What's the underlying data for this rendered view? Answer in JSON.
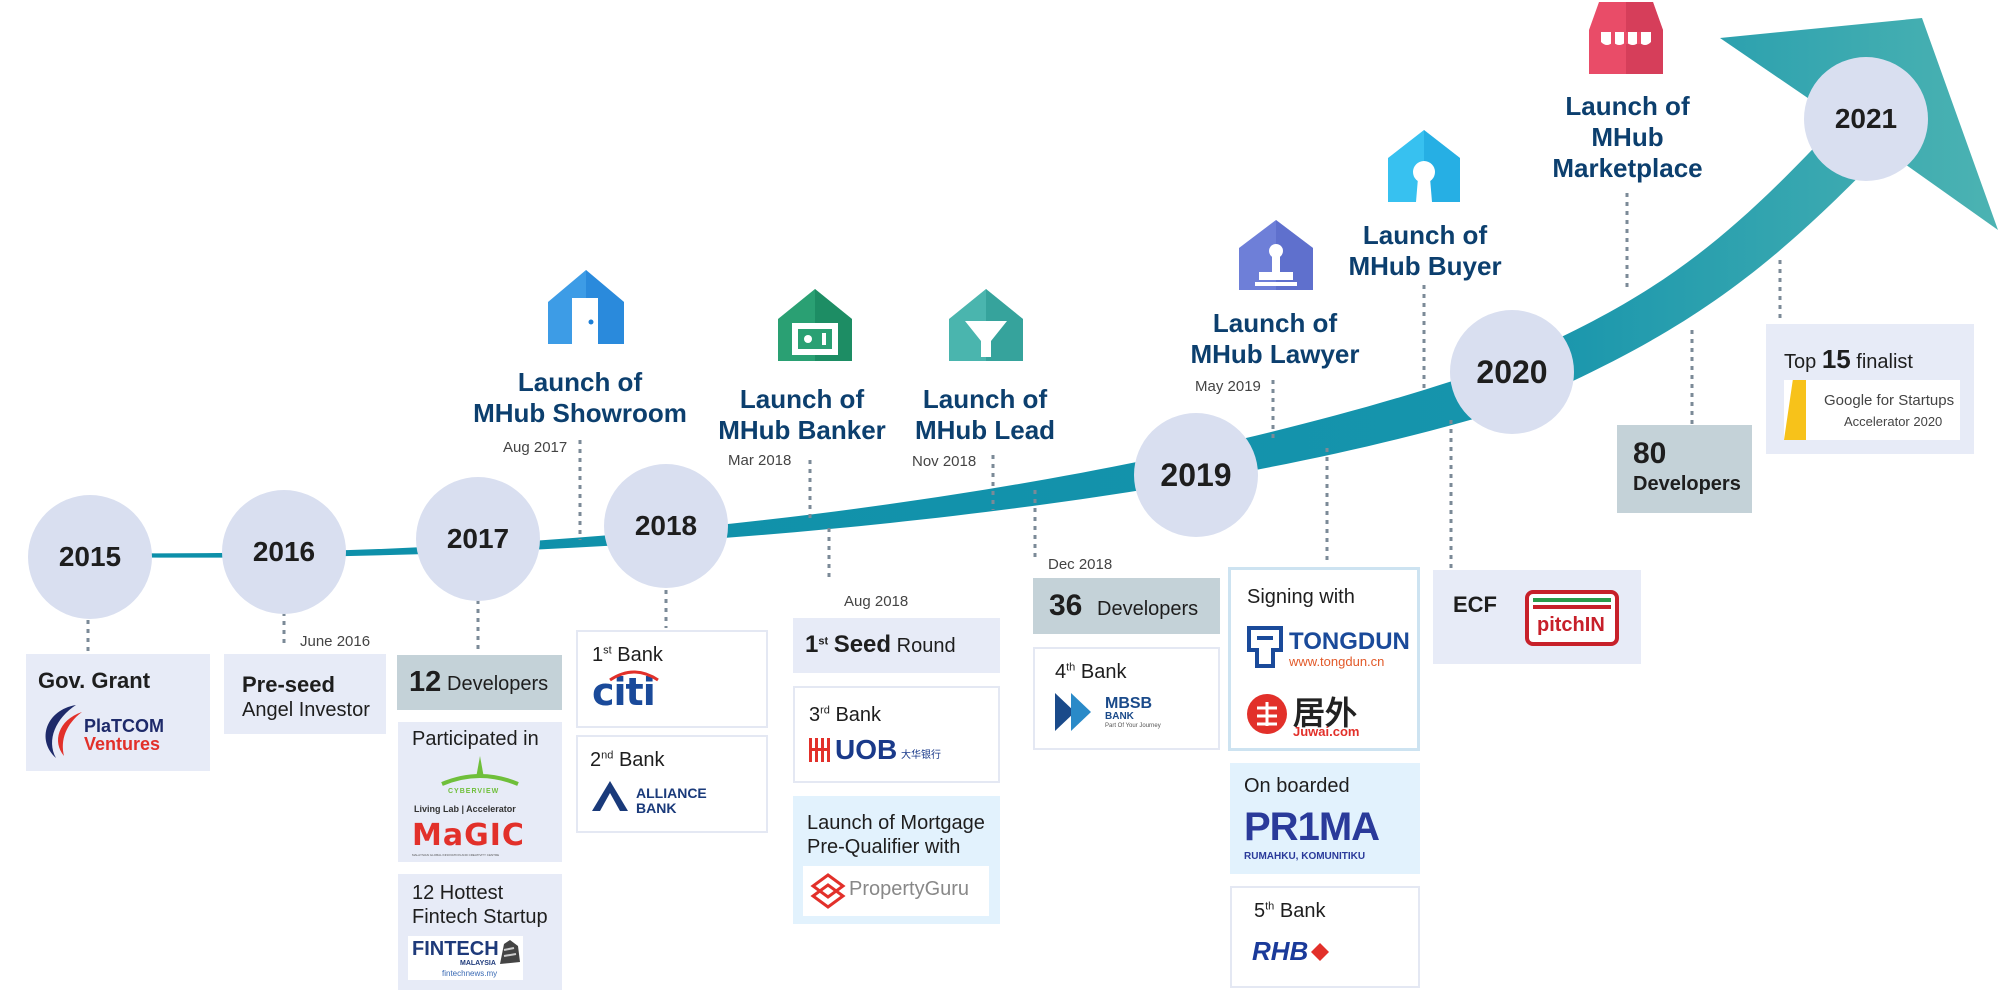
{
  "years": [
    "2015",
    "2016",
    "2017",
    "2018",
    "2019",
    "2020",
    "2021"
  ],
  "launches": {
    "showroom": {
      "line1": "Launch of",
      "line2": "MHub Showroom",
      "date": "Aug 2017",
      "icon": "door-house-icon"
    },
    "banker": {
      "line1": "Launch of",
      "line2": "MHub Banker",
      "date": "Mar 2018",
      "icon": "safe-house-icon"
    },
    "lead": {
      "line1": "Launch of",
      "line2": "MHub Lead",
      "date": "Nov 2018",
      "icon": "funnel-house-icon"
    },
    "lawyer": {
      "line1": "Launch of",
      "line2": "MHub Lawyer",
      "date": "May 2019",
      "icon": "stamp-house-icon"
    },
    "buyer": {
      "line1": "Launch of",
      "line2": "MHub Buyer",
      "icon": "keyhole-house-icon"
    },
    "marketplace": {
      "line1": "Launch of",
      "line2": "MHub",
      "line3": "Marketplace",
      "icon": "shop-awning-icon"
    }
  },
  "cards": {
    "grant": {
      "title": "Gov. Grant",
      "logo_line1": "PlaTCOM",
      "logo_line2": "Ventures"
    },
    "preseed": {
      "date": "June 2016",
      "line1": "Pre-seed",
      "line2": "Angel Investor"
    },
    "dev12": {
      "num": "12",
      "label": "Developers"
    },
    "participated": {
      "title": "Participated in",
      "logo1": "CYBERVIEW",
      "logo1_sub": "Living Lab | Accelerator",
      "logo2": "MaGIC",
      "logo2_sub": "MALAYSIAN GLOBAL INNOVATION AND CREATIVITY CENTRE"
    },
    "hottest": {
      "line1": "12 Hottest",
      "line2": "Fintech Startup",
      "logo": "FINTECH",
      "logo_sub1": "MALAYSIA",
      "logo_sub2": "fintechnews.my"
    },
    "bank1": {
      "ord": "1",
      "sup": "st",
      "word": "Bank",
      "logo": "citi"
    },
    "bank2": {
      "ord": "2",
      "sup": "nd",
      "word": "Bank",
      "logo_line1": "ALLIANCE",
      "logo_line2": "BANK"
    },
    "seed": {
      "date": "Aug 2018",
      "ord": "1",
      "sup": "st",
      "bold": "Seed",
      "word": "Round"
    },
    "bank3": {
      "ord": "3",
      "sup": "rd",
      "word": "Bank",
      "logo": "UOB",
      "logo_cn": "大华银行"
    },
    "mortgage": {
      "line1": "Launch of Mortgage",
      "line2": "Pre-Qualifier with",
      "logo": "PropertyGuru"
    },
    "dev36": {
      "date": "Dec 2018",
      "num": "36",
      "label": "Developers"
    },
    "bank4": {
      "ord": "4",
      "sup": "th",
      "word": "Bank",
      "logo_line1": "MBSB",
      "logo_line2": "BANK",
      "logo_line3": "Part Of Your Journey"
    },
    "signing": {
      "title": "Signing with",
      "logo1": "TONGDUN",
      "logo1_sub": "www.tongdun.cn",
      "logo2": "居外",
      "logo2_sub": "Juwai.com"
    },
    "onboarded": {
      "title": "On boarded",
      "logo": "PR1MA",
      "logo_sub": "RUMAHKU, KOMUNITIKU"
    },
    "bank5": {
      "ord": "5",
      "sup": "th",
      "word": "Bank",
      "logo": "RHB"
    },
    "ecf": {
      "title": "ECF",
      "logo": "pitchIN"
    },
    "dev80": {
      "num": "80",
      "label": "Developers"
    },
    "top15": {
      "pre": "Top",
      "num": "15",
      "post": "finalist",
      "logo_line1": "Google for Startups",
      "logo_line2": "Accelerator 2020"
    }
  },
  "colors": {
    "arrow_dark": "#0c8fa9",
    "arrow_light": "#4cb3b2",
    "year_circle": "#d9dff0",
    "launch_text": "#0c3f6e"
  }
}
